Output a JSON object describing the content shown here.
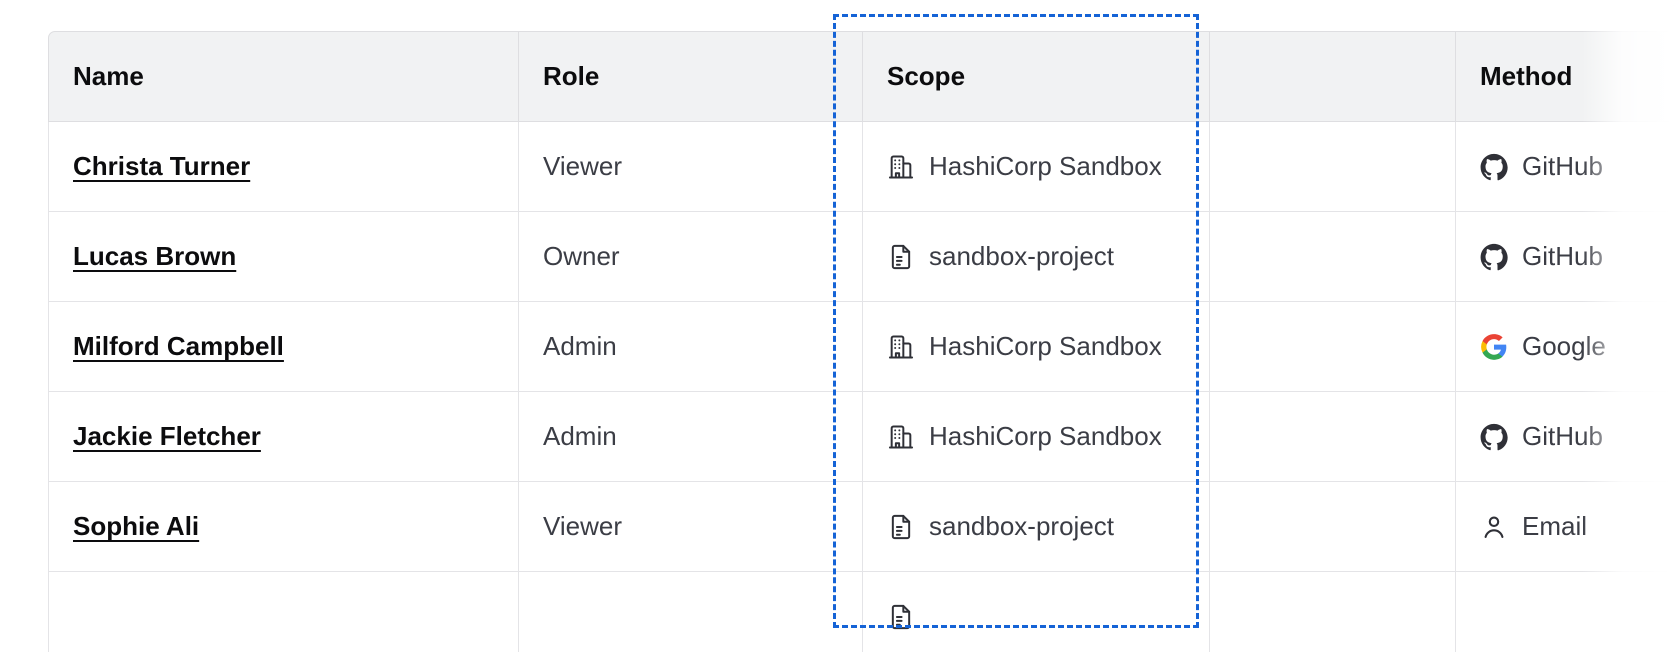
{
  "table": {
    "columns": [
      {
        "key": "name",
        "label": "Name"
      },
      {
        "key": "role",
        "label": "Role"
      },
      {
        "key": "scope",
        "label": "Scope"
      },
      {
        "key": "blank",
        "label": ""
      },
      {
        "key": "method",
        "label": "Method"
      }
    ],
    "rows": [
      {
        "name": "Christa Turner",
        "role": "Viewer",
        "scope": "HashiCorp Sandbox",
        "scope_icon": "org-building-icon",
        "method": "GitHub",
        "method_icon": "github-icon"
      },
      {
        "name": "Lucas Brown",
        "role": "Owner",
        "scope": "sandbox-project",
        "scope_icon": "project-document-icon",
        "method": "GitHub",
        "method_icon": "github-icon"
      },
      {
        "name": "Milford Campbell",
        "role": "Admin",
        "scope": "HashiCorp Sandbox",
        "scope_icon": "org-building-icon",
        "method": "Google",
        "method_icon": "google-icon"
      },
      {
        "name": "Jackie Fletcher",
        "role": "Admin",
        "scope": "HashiCorp Sandbox",
        "scope_icon": "org-building-icon",
        "method": "GitHub",
        "method_icon": "github-icon"
      },
      {
        "name": "Sophie Ali",
        "role": "Viewer",
        "scope": "sandbox-project",
        "scope_icon": "project-document-icon",
        "method": "Email",
        "method_icon": "user-icon"
      },
      {
        "name": "",
        "role": "",
        "scope": "",
        "scope_icon": "project-document-icon",
        "method": "",
        "method_icon": ""
      }
    ]
  },
  "selection": {
    "target_column": "Scope",
    "border_color": "#1563D6",
    "style": "dashed"
  },
  "colors": {
    "header_background": "#F1F2F3",
    "header_text": "#0C0C0E",
    "body_text": "#3B3D45",
    "link_text": "#0C0C0E",
    "row_border": "#E4E4E7",
    "header_border": "#DEDEE1",
    "selection_blue": "#1563D6",
    "github_dark": "#2F3037",
    "google_blue": "#4285F4",
    "google_red": "#EA4335",
    "google_yellow": "#FBBC05",
    "google_green": "#34A853"
  }
}
